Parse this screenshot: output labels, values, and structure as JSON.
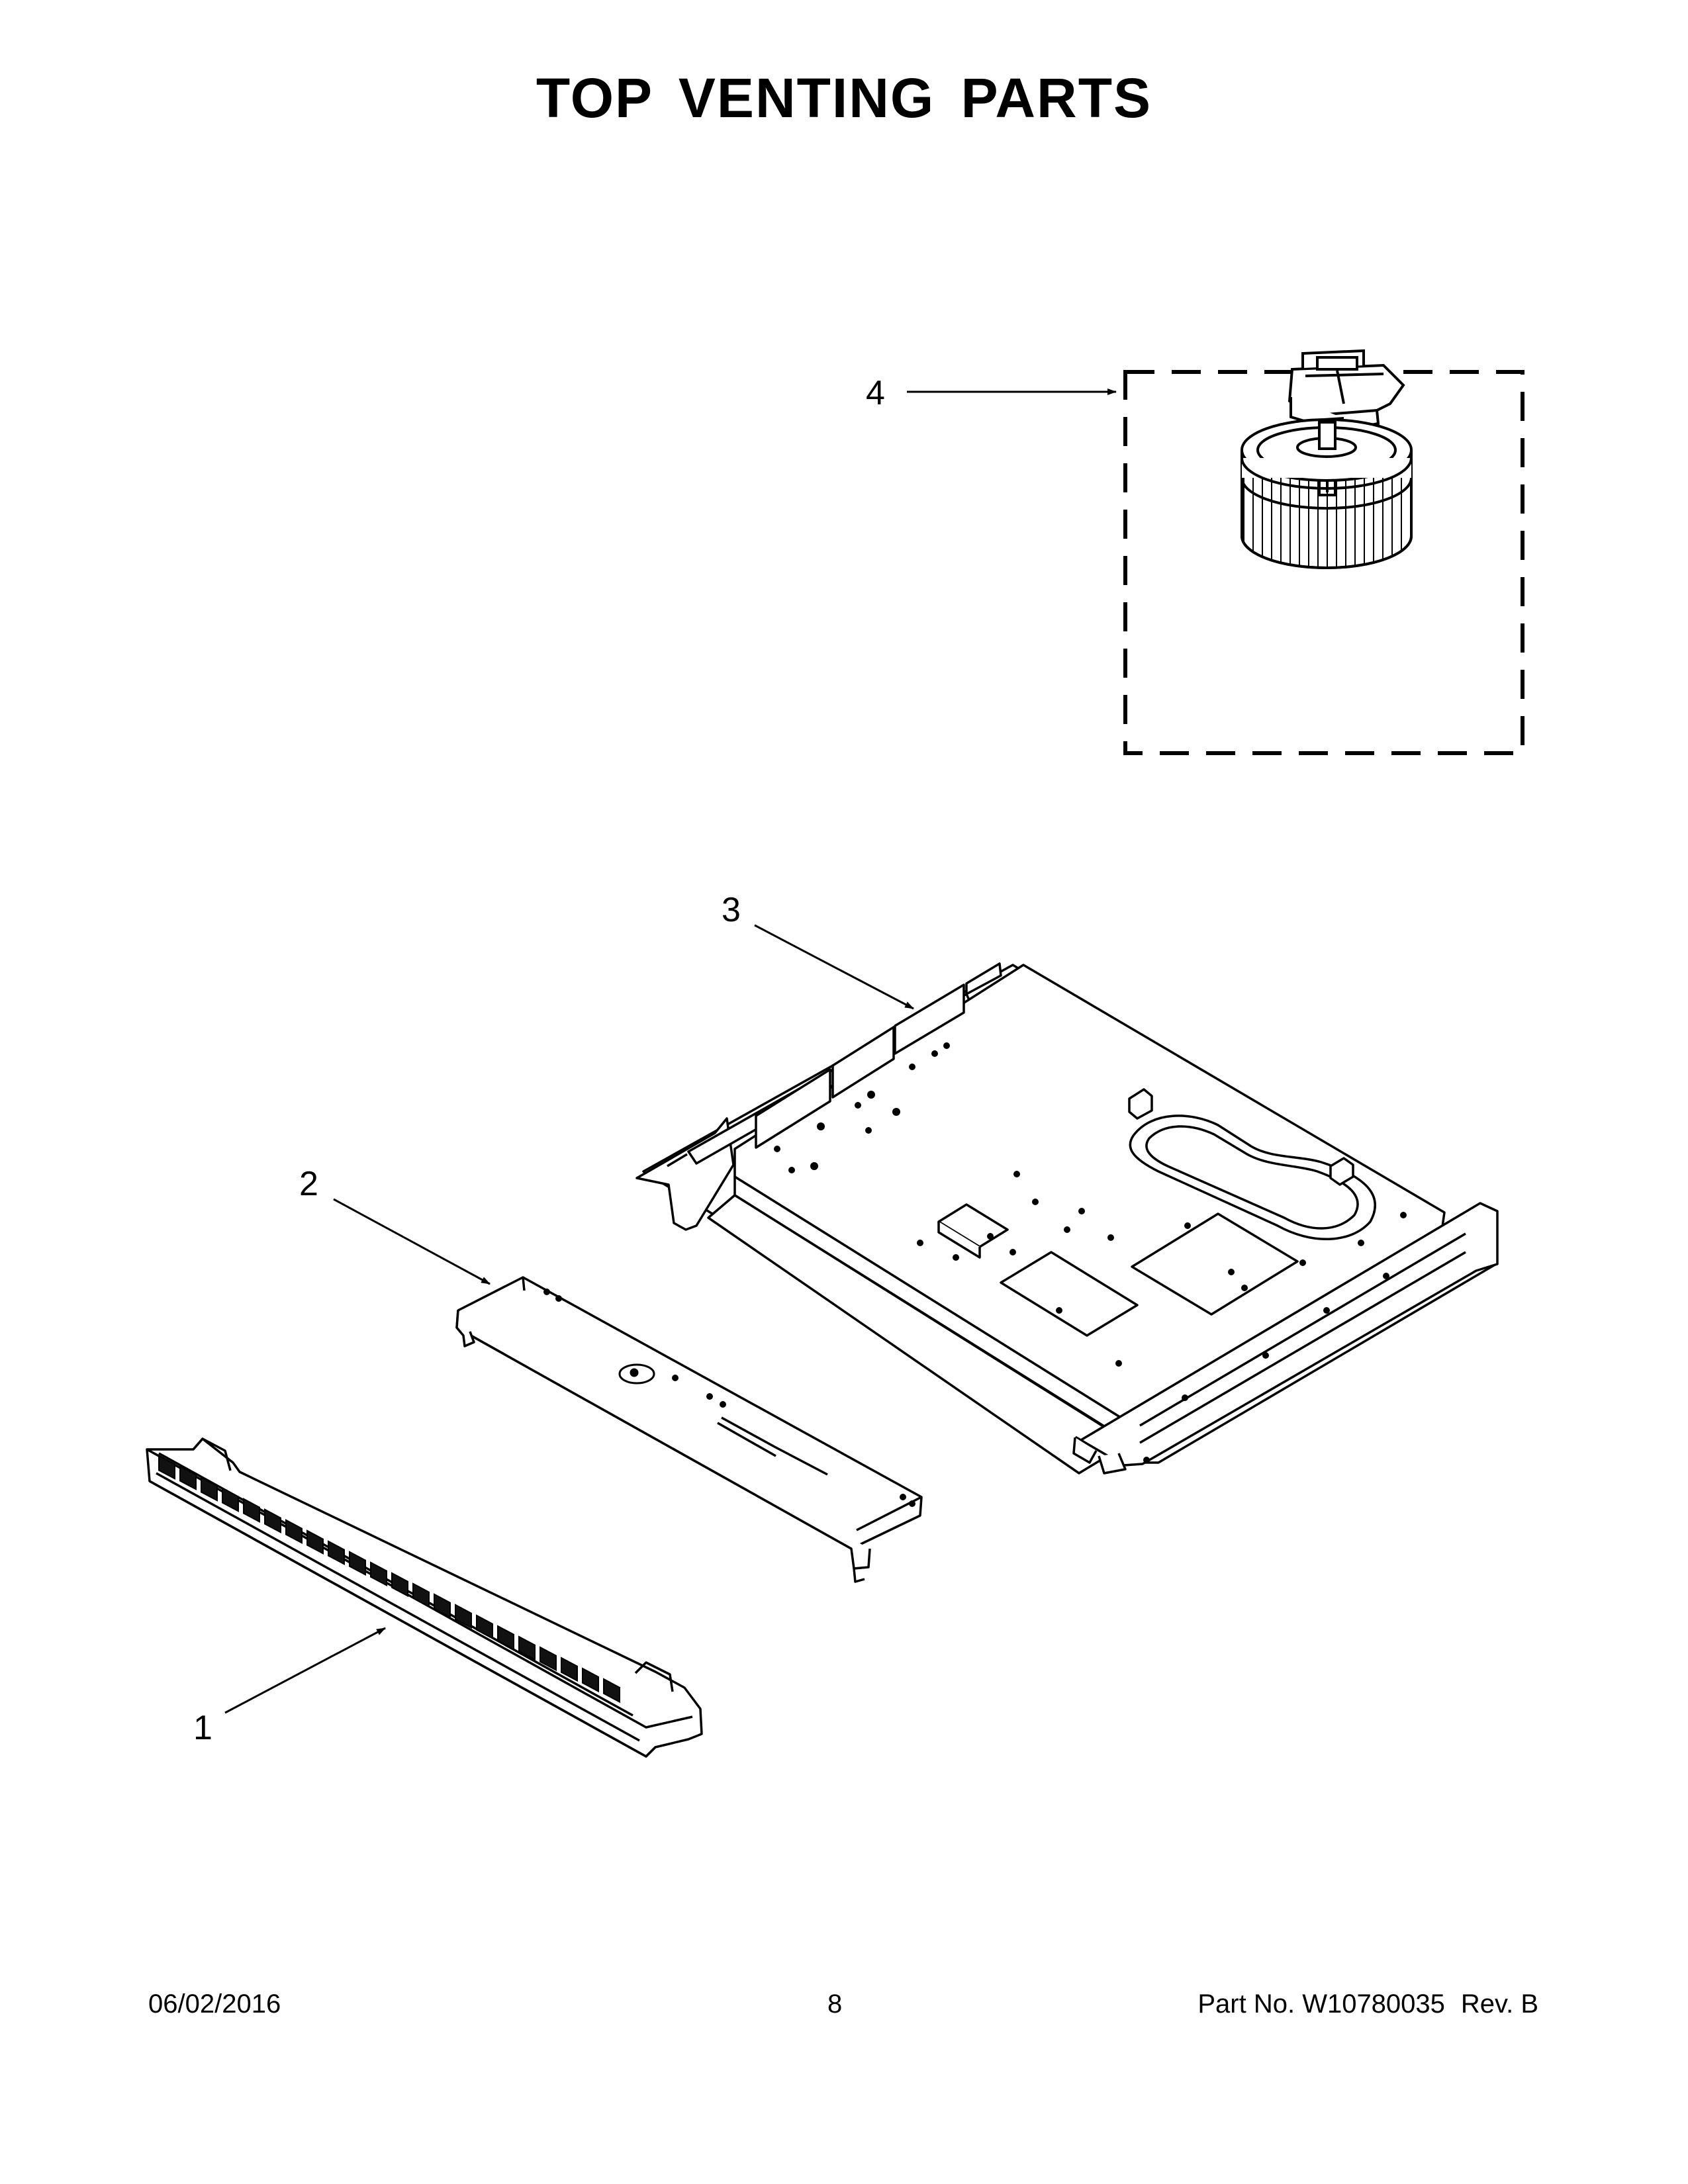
{
  "title": "TOP VENTING PARTS",
  "callouts": {
    "c1": "1",
    "c2": "2",
    "c3": "3",
    "c4": "4"
  },
  "footer": {
    "date": "06/02/2016",
    "page_number": "8",
    "part_number": "Part No. W10780035",
    "revision": "Rev. B"
  }
}
